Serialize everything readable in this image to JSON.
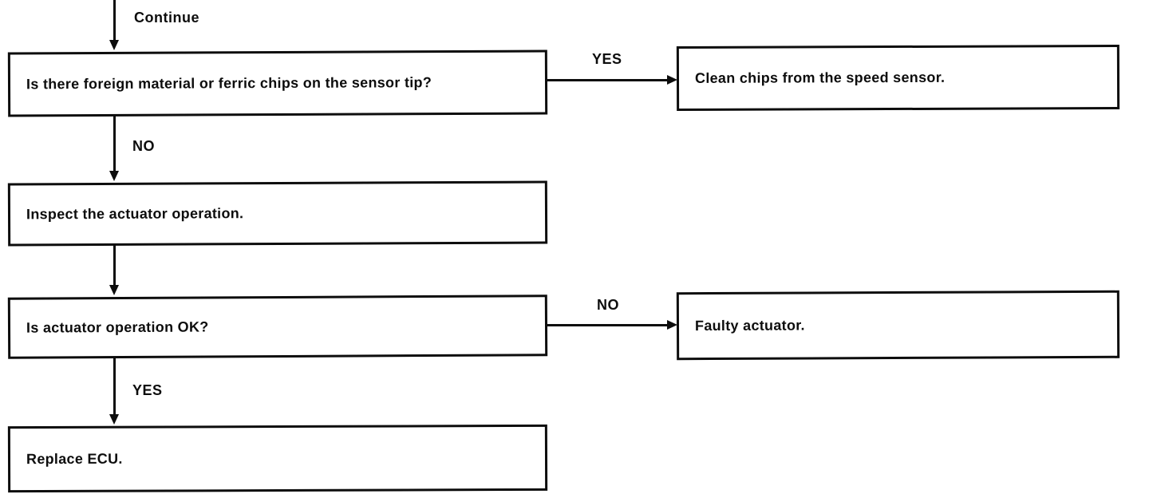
{
  "colors": {
    "ink": "#0d0d0d",
    "background": "#ffffff"
  },
  "flowchart": {
    "entry_label": "Continue",
    "nodes": {
      "sensor_chips_question": "Is there foreign material or ferric chips on the sensor tip?",
      "clean_chips_action": "Clean chips from the speed sensor.",
      "inspect_actuator_action": "Inspect the actuator operation.",
      "actuator_ok_question": "Is actuator operation OK?",
      "faulty_actuator_result": "Faulty actuator.",
      "replace_ecu_action": "Replace ECU."
    },
    "branch_labels": {
      "q1_yes": "YES",
      "q1_no": "NO",
      "q2_no": "NO",
      "q2_yes": "YES"
    },
    "edges": [
      {
        "from": "entry",
        "to": "sensor_chips_question",
        "label": "Continue"
      },
      {
        "from": "sensor_chips_question",
        "to": "clean_chips_action",
        "label": "YES"
      },
      {
        "from": "sensor_chips_question",
        "to": "inspect_actuator_action",
        "label": "NO"
      },
      {
        "from": "inspect_actuator_action",
        "to": "actuator_ok_question",
        "label": ""
      },
      {
        "from": "actuator_ok_question",
        "to": "faulty_actuator_result",
        "label": "NO"
      },
      {
        "from": "actuator_ok_question",
        "to": "replace_ecu_action",
        "label": "YES"
      }
    ]
  }
}
